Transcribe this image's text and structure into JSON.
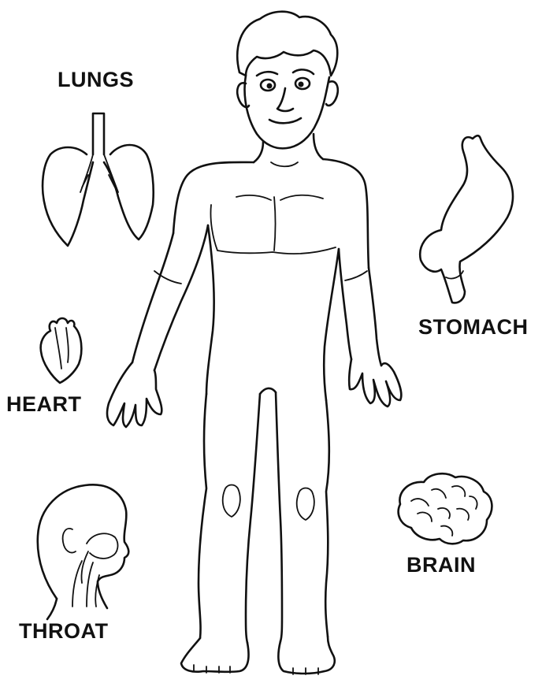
{
  "labels": {
    "lungs": "LUNGS",
    "stomach": "STOMACH",
    "heart": "HEART",
    "throat": "THROAT",
    "brain": "BRAIN"
  },
  "colors": {
    "ink": "#111111",
    "background": "#ffffff"
  },
  "icons": [
    "lungs-icon",
    "stomach-icon",
    "heart-icon",
    "throat-icon",
    "brain-icon",
    "human-body-figure"
  ]
}
